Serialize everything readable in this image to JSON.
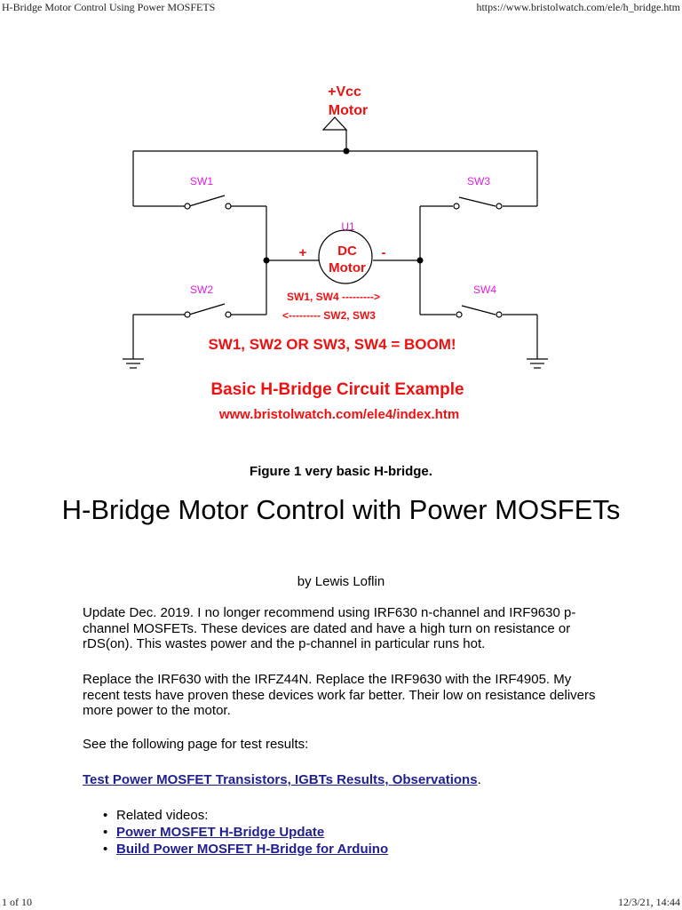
{
  "header": {
    "page_title": "H-Bridge Motor Control Using Power MOSFETS",
    "url": "https://www.bristolwatch.com/ele/h_bridge.htm"
  },
  "footer": {
    "page_count": "1 of 10",
    "datetime": "12/3/21, 14:44"
  },
  "figure": {
    "vcc_label": "+Vcc",
    "motor_supply_label": "Motor",
    "sw1": "SW1",
    "sw2": "SW2",
    "sw3": "SW3",
    "sw4": "SW4",
    "u1": "U1",
    "dc_label": "DC",
    "motor_label": "Motor",
    "plus": "+",
    "minus": "-",
    "forward": "SW1, SW4 --------->",
    "reverse": "<--------- SW2, SW3",
    "warning": "SW1, SW2 OR SW3, SW4 = BOOM!",
    "heading": "Basic H-Bridge Circuit Example",
    "site": "www.bristolwatch.com/ele4/index.htm",
    "colors": {
      "red": "#ee1111",
      "magenta": "#e01ce0",
      "wire": "#000000"
    }
  },
  "caption": "Figure 1 very basic H-bridge.",
  "title": "H-Bridge Motor Control with Power MOSFETs",
  "byline": "by Lewis Loflin",
  "paragraphs": {
    "p1": "Update Dec. 2019. I no longer recommend using IRF630 n-channel and IRF9630 p-channel MOSFETs. These devices are dated and have a high turn on resistance or rDS(on). This wastes power and the p-channel in particular runs hot.",
    "p2": "Replace the IRF630 with the IRFZ44N. Replace the IRF9630 with the IRF4905. My recent tests have proven these devices work far better. Their low on resistance delivers more power to the motor.",
    "p3": "See the following page for test results:"
  },
  "test_link": {
    "text": "Test Power MOSFET Transistors, IGBTs Results, Observations",
    "after": "."
  },
  "related": {
    "intro": "Related videos:",
    "links": [
      "Power MOSFET H-Bridge Update",
      "Build Power MOSFET H-Bridge for Arduino"
    ]
  }
}
